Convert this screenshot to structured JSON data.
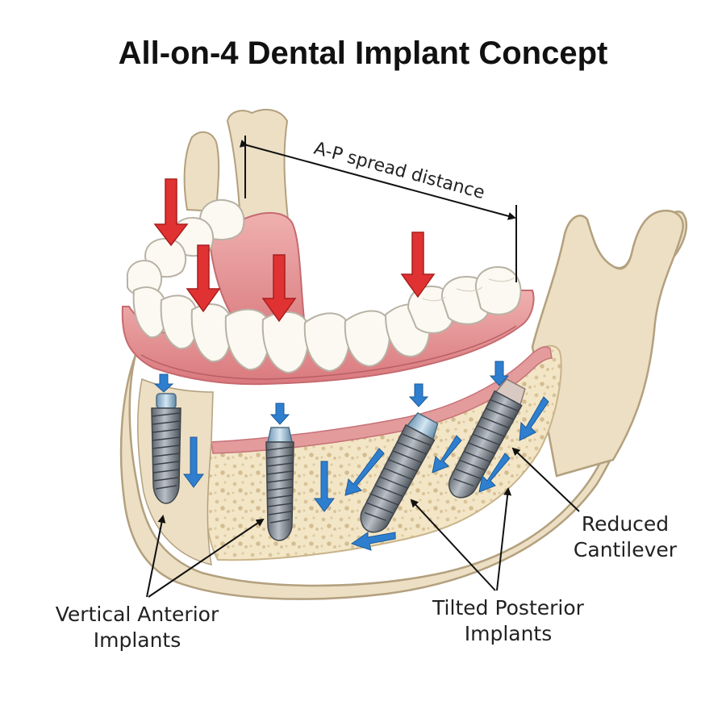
{
  "title": "All-on-4 Dental Implant Concept",
  "measurement": {
    "label": "A-P spread distance"
  },
  "labels": {
    "vertical_anterior": [
      "Vertical Anterior",
      "Implants"
    ],
    "tilted_posterior": [
      "Tilted Posterior",
      "Implants"
    ],
    "reduced_cantilever": [
      "Reduced",
      "Cantilever"
    ]
  },
  "colors": {
    "bone": "#ecdfc4",
    "bone_outline": "#b3a07e",
    "bone_cross_section": "#f3e6c6",
    "gum": "#e8999a",
    "gum_dark": "#cf7076",
    "tooth": "#fbf9f2",
    "tooth_outline": "#b8b2a5",
    "implant": "#8d949c",
    "implant_dark": "#4d545c",
    "abutment": "#9fc0d6",
    "load_arrow": "#e03232",
    "stress_arrow": "#2f7fd0"
  }
}
